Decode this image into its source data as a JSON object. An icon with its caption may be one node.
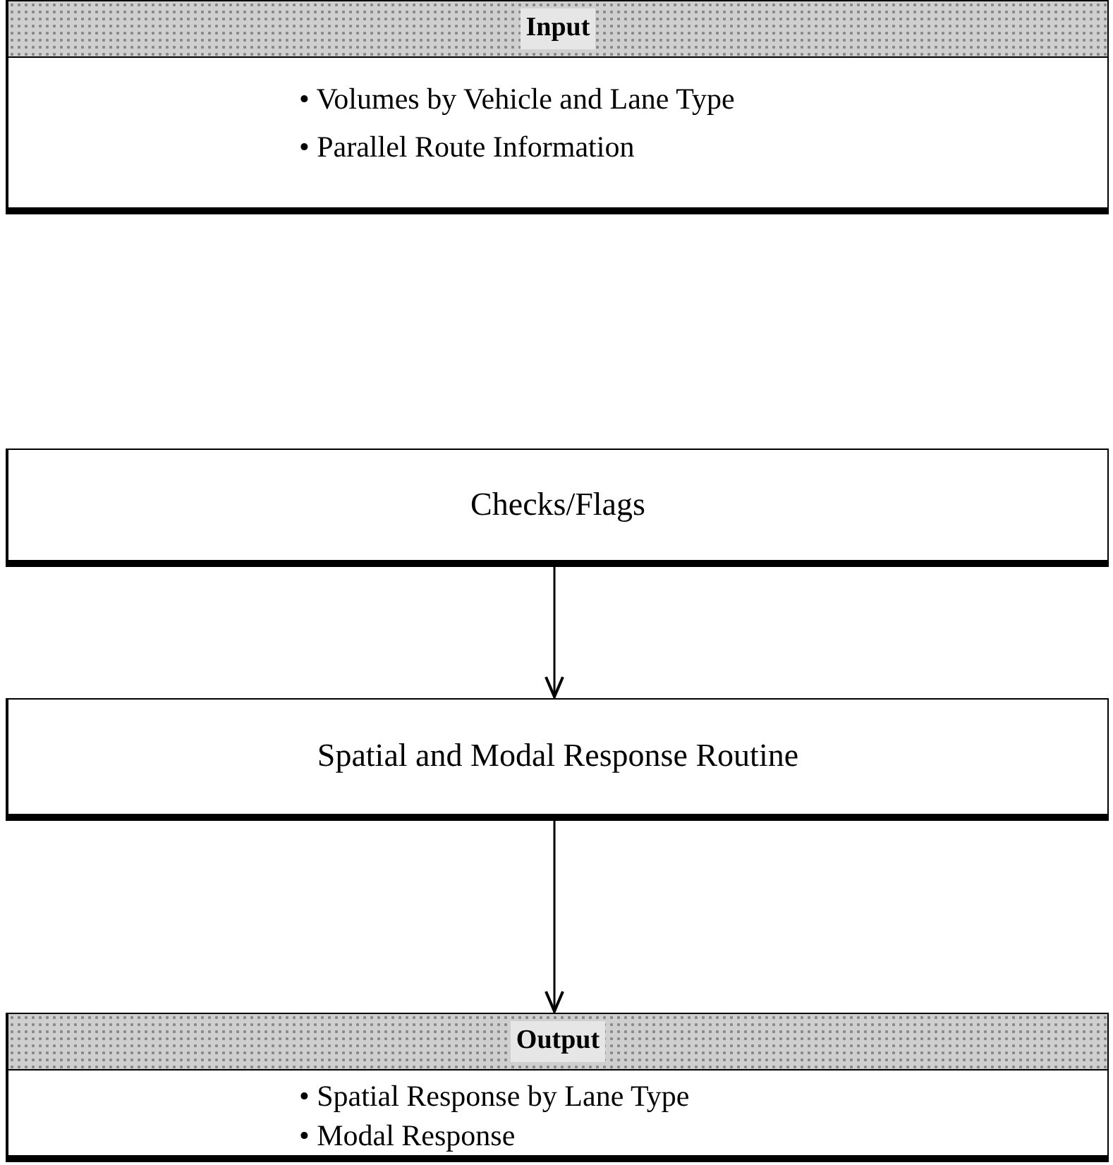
{
  "diagram": {
    "nodes": [
      {
        "text": [
          "Input",
          "• Volumes by Vehicle and Lane Type",
          "• Parallel Route Information"
        ]
      },
      {
        "text": [
          "Checks/Flags"
        ]
      },
      {
        "text": [
          "Spatial and Modal Response Routine"
        ]
      },
      {
        "text": [
          "Output",
          "• Spatial Response by Lane Type",
          "• Modal Response"
        ]
      }
    ],
    "edges": [
      {
        "from": 1,
        "to": 2,
        "arrow": "to"
      },
      {
        "from": 2,
        "to": 3,
        "arrow": "to"
      }
    ]
  }
}
